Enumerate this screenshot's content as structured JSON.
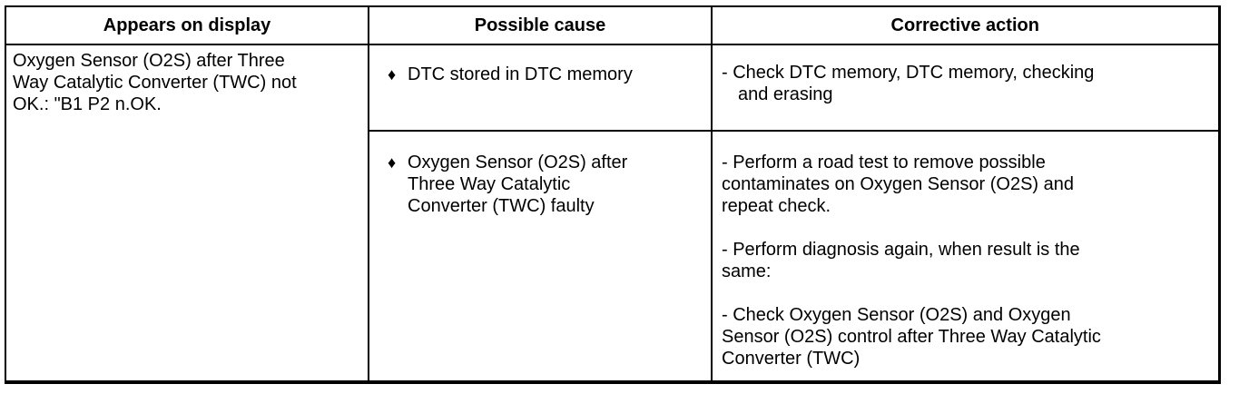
{
  "table": {
    "headers": [
      "Appears on display",
      "Possible cause",
      "Corrective action"
    ],
    "bullet": "♦",
    "display_text": "Oxygen Sensor (O2S) after Three\nWay Catalytic Converter (TWC) not\nOK.: \"B1 P2 n.OK.",
    "rows": [
      {
        "cause": "DTC stored in DTC memory",
        "actions": [
          "- Check DTC memory, DTC memory, checking\nand erasing"
        ]
      },
      {
        "cause": "Oxygen Sensor (O2S) after\nThree Way Catalytic\nConverter (TWC) faulty",
        "actions": [
          "- Perform a road test to remove possible\ncontaminates on Oxygen Sensor (O2S) and\nrepeat check.",
          "- Perform diagnosis again, when result is the\nsame:",
          "- Check Oxygen Sensor (O2S) and Oxygen\nSensor (O2S) control after Three Way Catalytic\nConverter (TWC)"
        ]
      }
    ]
  }
}
